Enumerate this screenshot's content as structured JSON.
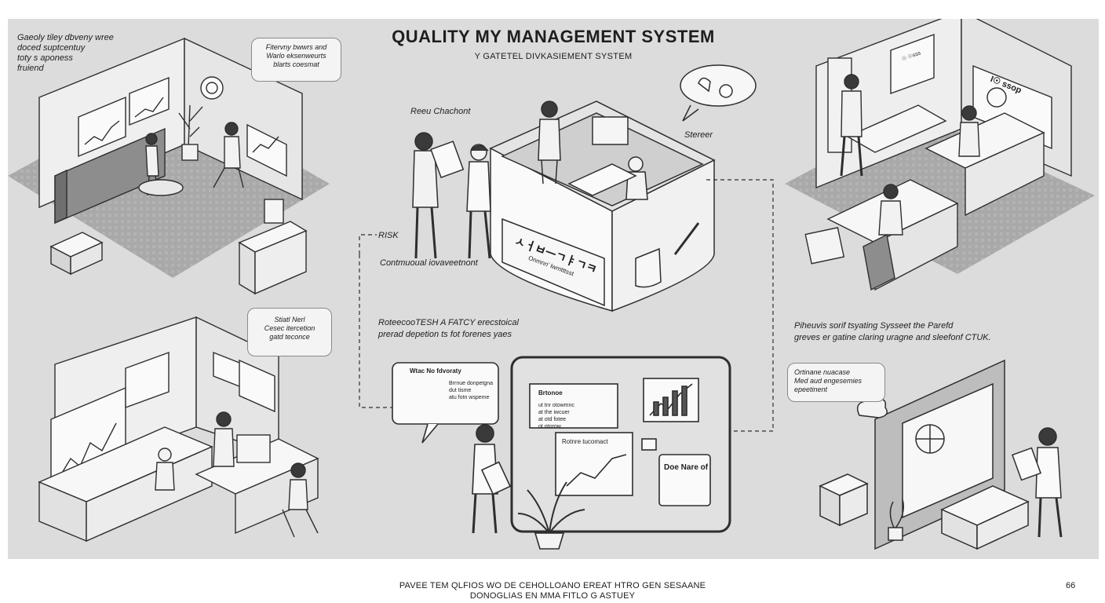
{
  "header": {
    "title": "QUALITY MY MANAGEMENT SYSTEM",
    "subtitle": "Y GATETEL DIVKASIEMENT SYSTEM"
  },
  "panels": {
    "top_left": {
      "note": [
        "Gaeoly tiley dbveny wree",
        "doced suptcentuy",
        "toty s aponess",
        "fruiend"
      ],
      "bubble": [
        "Fitervny bwwrs and",
        "Warlo eksenweurts",
        "blarts coesmat"
      ]
    },
    "top_center": {
      "label_left": "Reeu Chachont",
      "label_right": "Stereer",
      "label_risk": "RISK",
      "label_improvement": "Contmuoual iovaveetnont",
      "counter_sign_main": "ㅅㅓㅂㅡㄱㅑㄱㅋ",
      "counter_sign_sub": "Onmnn’ lwmtttsst"
    },
    "top_right": {
      "board_label": "I☉ ssop",
      "board_small": "☉ ☉sss"
    },
    "bottom_left": {
      "bubble": [
        "Stiatl Nerl",
        "Cesec itercetion",
        "gatd teconce"
      ]
    },
    "bottom_center": {
      "heading": [
        "RoteecooTESH A FATCY erecstoical",
        "prerad depetion ts fot forenes yaes"
      ],
      "card_bubble_title": "Wtac No fdvoraty",
      "card_bubble_lines": [
        "Brrnue donpetgna",
        "dut tisme",
        "atu fotn wspeme"
      ],
      "card_doc_title": "Brtonoe",
      "card_doc_lines": [
        "ut tnr otowmnc",
        "at the iwcuer",
        "at otd fotee",
        "ot otorow"
      ],
      "card_chart_title": "Rotnre tucomact",
      "card_note_title": "Doe Nare of"
    },
    "bottom_right": {
      "heading": [
        "Piheuvis sorif tsyating Sysseet the Parefd",
        "greves er gatine claring uragne and sleefonf CTUK."
      ],
      "bubble": [
        "Ortinane nuacase",
        "Med aud engesemies",
        "epeetinent"
      ]
    }
  },
  "footer": {
    "line1": "PAVEE TEM QLFIOS WO DE CEHOLLOANO EREAT HTRO GEN SESAANE",
    "line2": "DONOGLIAS EN MMA FITLO G ASTUEY",
    "page_number": "66"
  },
  "colors": {
    "background": "#dcdcdc",
    "floor": "#a9a9a9",
    "line": "#2e2e2e",
    "paper": "#f4f4f4"
  }
}
